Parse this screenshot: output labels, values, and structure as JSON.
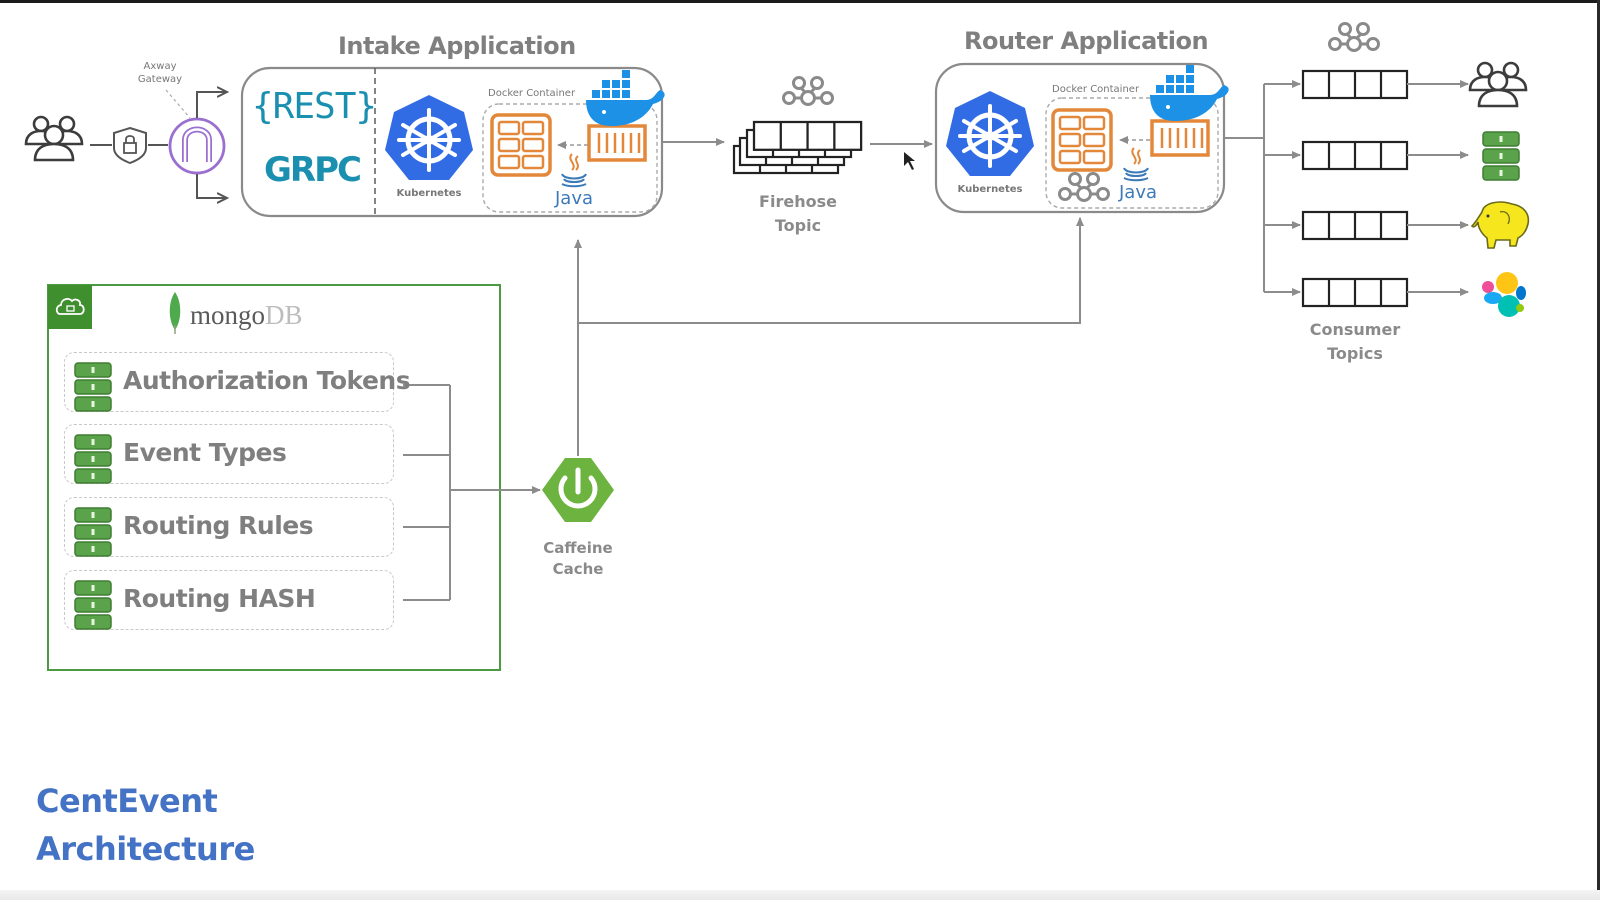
{
  "diagram": {
    "title_line1": "CentEvent",
    "title_line2": "Architecture",
    "intake": {
      "title": "Intake Application",
      "rest_label": "{REST}",
      "grpc_label": "GRPC",
      "kubernetes_label": "Kubernetes",
      "docker_label": "Docker Container",
      "java_label": "Java"
    },
    "gateway": {
      "label_line1": "Axway",
      "label_line2": "Gateway"
    },
    "firehose": {
      "label_line1": "Firehose",
      "label_line2": "Topic"
    },
    "router": {
      "title": "Router Application",
      "kubernetes_label": "Kubernetes",
      "docker_label": "Docker Container",
      "java_label": "Java"
    },
    "consumer": {
      "label_line1": "Consumer",
      "label_line2": "Topics",
      "targets": [
        "users",
        "database",
        "hadoop",
        "elastic"
      ]
    },
    "mongodb": {
      "logo_main": "mongo",
      "logo_suffix": "DB",
      "items": [
        "Authorization Tokens",
        "Event Types",
        "Routing Rules",
        "Routing HASH"
      ]
    },
    "cache": {
      "label_line1": "Caffeine",
      "label_line2": "Cache"
    },
    "colors": {
      "accent_blue": "#4472c4",
      "kubernetes_blue": "#326ce5",
      "docker_blue": "#1d91e6",
      "spring_green": "#6db33f",
      "mongo_green": "#3f9a3a",
      "container_orange": "#e3873a",
      "gateway_purple": "#9b6fd0",
      "text_gray": "#8a8a8a"
    }
  }
}
